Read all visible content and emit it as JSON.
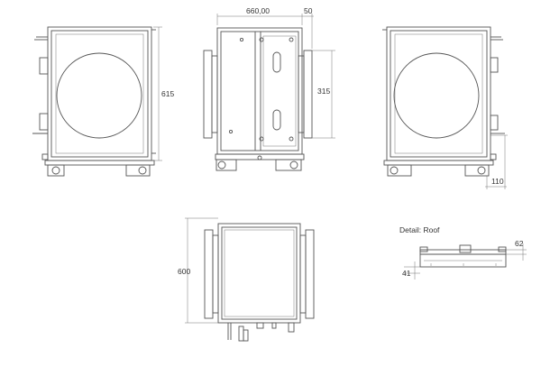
{
  "dimensions": {
    "front_height": "615",
    "side_width": "660,00",
    "side_overhang": "50",
    "side_duct_height": "315",
    "rear_offset": "110",
    "top_depth": "600",
    "roof_detail_right": "62",
    "roof_detail_left": "41"
  },
  "detail_label": "Detail: Roof",
  "colors": {
    "line": "#555555",
    "dimension": "#666666",
    "text": "#333333"
  }
}
